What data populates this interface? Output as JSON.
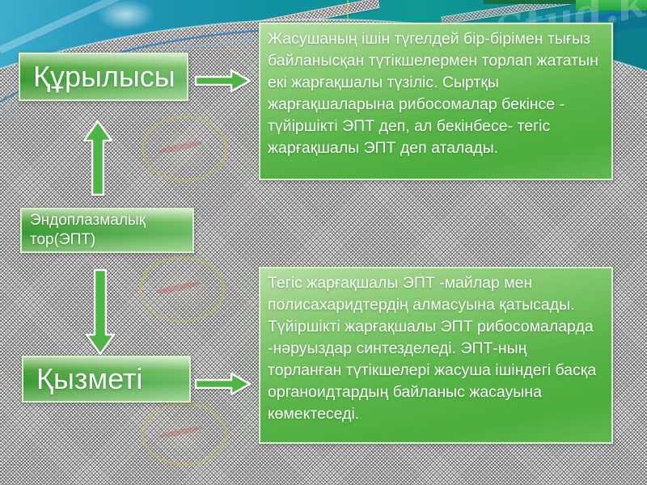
{
  "slide_title": "Эндоплазмалық тор (ЭПТ)",
  "watermark": {
    "text": "Stud.kz"
  },
  "diagram": {
    "topic": {
      "line1": "Эндоплазмалық",
      "line2": "тор(ЭПТ)"
    },
    "structure": {
      "label": "Құрылысы",
      "description": "Жасушаның ішін түгелдей бір-бірімен тығыз байланысқан түтікшелермен торлап жататын екі жарғақшалы түзіліс. Сыртқы жарғақшаларына рибосомалар бекінсе - түйіршікті ЭПТ деп, ал бекінбесе- тегіс жарғақшалы ЭПТ деп аталады."
    },
    "function": {
      "label": "Қызметі",
      "description": "Тегіс жарғақшалы ЭПТ -майлар мен полисахаридтердің алмасуына қатысады. Түйіршікті жарғақшалы ЭПТ рибосомаларда -нәруыздар синтезделеді. ЭПТ-ның торланған түтікшелері жасуша ішіндегі басқа органоидтардың байланыс жасауына көмектеседі."
    }
  },
  "colors": {
    "box_green_dark": "#4fae3e",
    "box_green_light": "#b7dfa6",
    "box_border": "#ddefd2",
    "teal_band": "#0f97a0",
    "blue_arc": "#2e7fc6",
    "corner_green": "#2fae47",
    "texture_gray": "#9a9a9a",
    "text": "#ffffff"
  }
}
